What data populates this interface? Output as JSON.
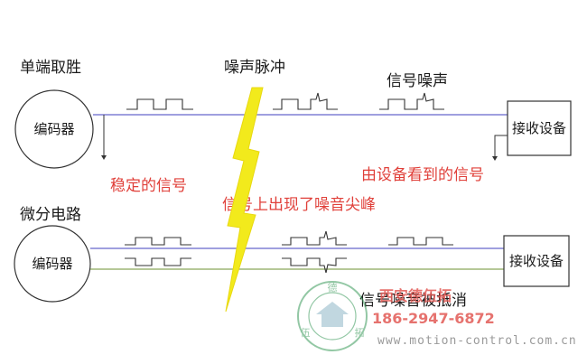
{
  "section_single": {
    "title": "单端取胜",
    "encoder_label": "编码器",
    "receiver_label": "接收设备",
    "noise_pulse_label": "噪声脉冲",
    "signal_noise_label": "信号噪声",
    "stable_signal_label": "稳定的信号",
    "seen_by_device_label": "由设备看到的信号"
  },
  "section_diff": {
    "title": "微分电路",
    "encoder_label": "编码器",
    "receiver_label": "接收设备",
    "spike_label": "信号上出现了噪音尖峰",
    "cancel_label": "信号噪音被抵消"
  },
  "watermark": {
    "company": "西安德伍拓",
    "phone": "186-2947-6872",
    "url": "www.motion-control.com.cn",
    "seal_top": "德",
    "seal_left": "伍",
    "seal_right": "拓"
  },
  "colors": {
    "top_line": "#6666cc",
    "green_line": "#8aa85a",
    "lightning": "#f2ea1c",
    "label_red": "#e0403a"
  }
}
